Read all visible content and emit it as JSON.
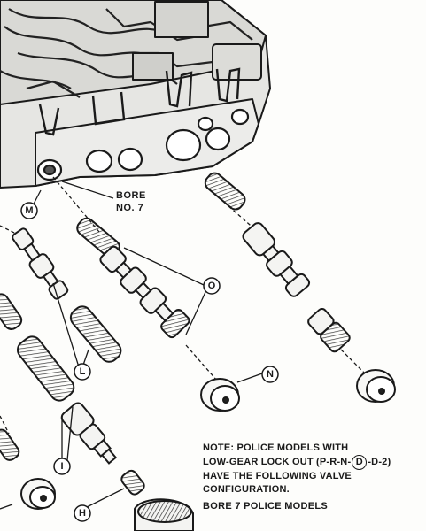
{
  "diagram": {
    "bore_label_line1": "BORE",
    "bore_label_line2": "NO. 7",
    "callouts": {
      "m": "M",
      "o": "O",
      "n": "N",
      "l": "L",
      "i": "I",
      "h": "H"
    },
    "note": {
      "line1": "NOTE: POLICE MODELS WITH",
      "line2_prefix": "LOW-GEAR LOCK OUT (P-R-N-",
      "line2_circled": "D",
      "line2_suffix": "-D-2)",
      "line3": "HAVE THE FOLLOWING VALVE",
      "line4": "CONFIGURATION."
    },
    "caption": "BORE 7 POLICE MODELS"
  }
}
